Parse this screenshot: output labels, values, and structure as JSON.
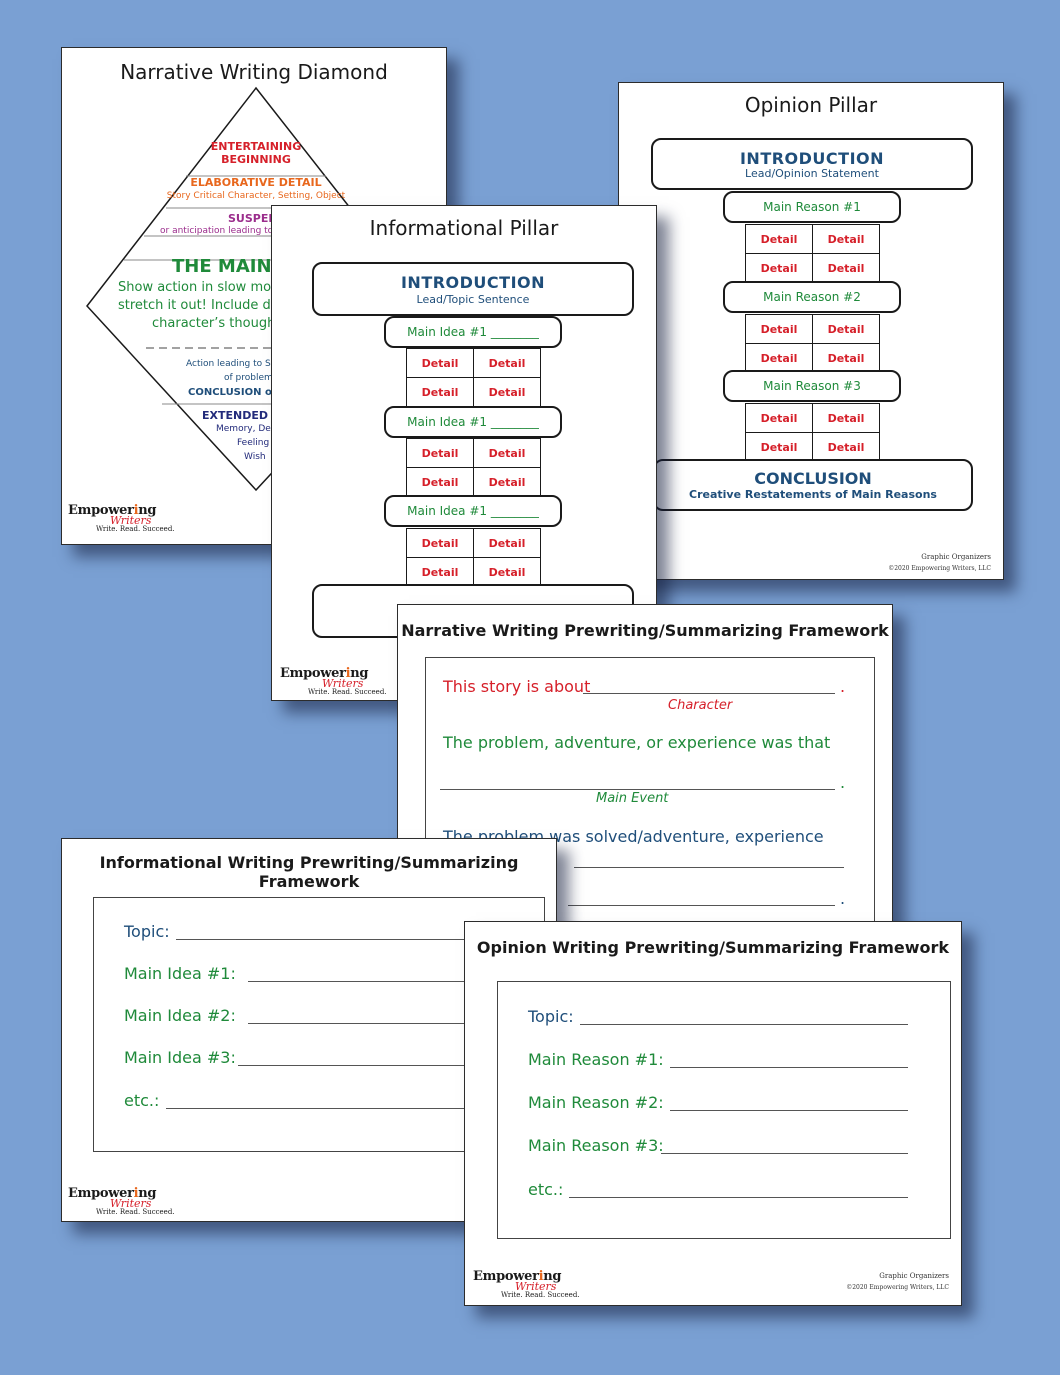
{
  "logo": {
    "brand": "Empower",
    "brand_rest": "ng",
    "brand_dot": "i",
    "sub": "Writers",
    "tagline": "Write. Read. Succeed."
  },
  "footer": {
    "category": "Graphic Organizers",
    "copyright": "©2020 Empowering Writers, LLC"
  },
  "narrative_diamond": {
    "title": "Narrative Writing Diamond",
    "entertaining": "ENTERTAINING BEGINNING",
    "elaborative": "ELABORATIVE DETAIL",
    "elaborative_sub": "Story Critical Character, Setting, Object",
    "suspense": "SUSPENSE",
    "suspense_sub": "or anticipation leading to",
    "main": "THE MAIN",
    "main_desc1": "Show action in slow motion",
    "main_desc2": "stretch it out!  Include d",
    "main_desc3": "character’s though",
    "action": "Action leading to S",
    "of_problem": "of problem",
    "conclusion": "CONCLUSION o",
    "extended": "EXTENDED E",
    "ext1": "Memory, De",
    "ext2": "Feeling",
    "ext3": "Wish"
  },
  "opinion_pillar": {
    "title": "Opinion Pillar",
    "intro": "INTRODUCTION",
    "intro_sub": "Lead/Opinion Statement",
    "reasons": [
      "Main Reason #1",
      "Main Reason #2",
      "Main Reason #3"
    ],
    "detail": "Detail",
    "conclusion": "CONCLUSION",
    "conclusion_sub": "Creative Restatements of Main Reasons"
  },
  "informational_pillar": {
    "title": "Informational Pillar",
    "intro": "INTRODUCTION",
    "intro_sub": "Lead/Topic Sentence",
    "ideas": [
      "Main Idea #1 ________",
      "Main Idea #1 ________",
      "Main Idea #1 ________"
    ],
    "detail": "Detail"
  },
  "narrative_framework": {
    "title": "Narrative Writing Prewriting/Summarizing Framework",
    "story_about": "This story is about",
    "character": "Character",
    "problem_line": "The problem, adventure, or experience was that",
    "main_event": "Main Event",
    "solved_line": "The problem was solved/adventure, experience",
    "period": "."
  },
  "informational_framework": {
    "title": "Informational Writing Prewriting/Summarizing Framework",
    "topic": "Topic:",
    "idea1": "Main Idea #1:",
    "idea2": "Main Idea #2:",
    "idea3": "Main Idea #3:",
    "etc": "etc.:"
  },
  "opinion_framework": {
    "title": "Opinion Writing Prewriting/Summarizing Framework",
    "topic": "Topic:",
    "reason1": "Main Reason #1:",
    "reason2": "Main Reason #2:",
    "reason3": "Main Reason #3:",
    "etc": "etc.:"
  }
}
